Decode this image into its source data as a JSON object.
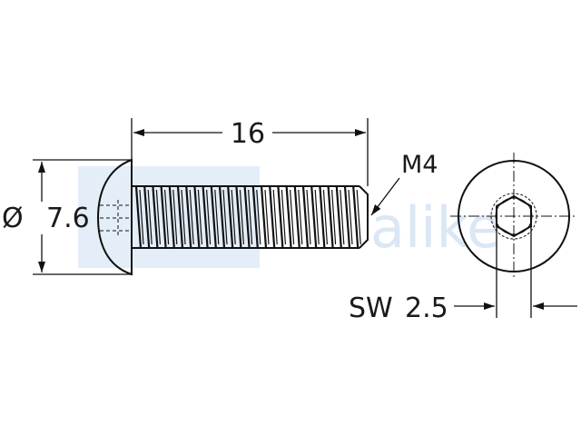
{
  "watermark": {
    "text": "alike"
  },
  "dimensions": {
    "length": "16",
    "diameter_symbol": "Ø",
    "diameter_value": "7.6",
    "thread": "M4",
    "socket_label": "SW",
    "socket_value": "2.5"
  },
  "colors": {
    "line": "#111111",
    "watermark": "#dbe7f5"
  }
}
